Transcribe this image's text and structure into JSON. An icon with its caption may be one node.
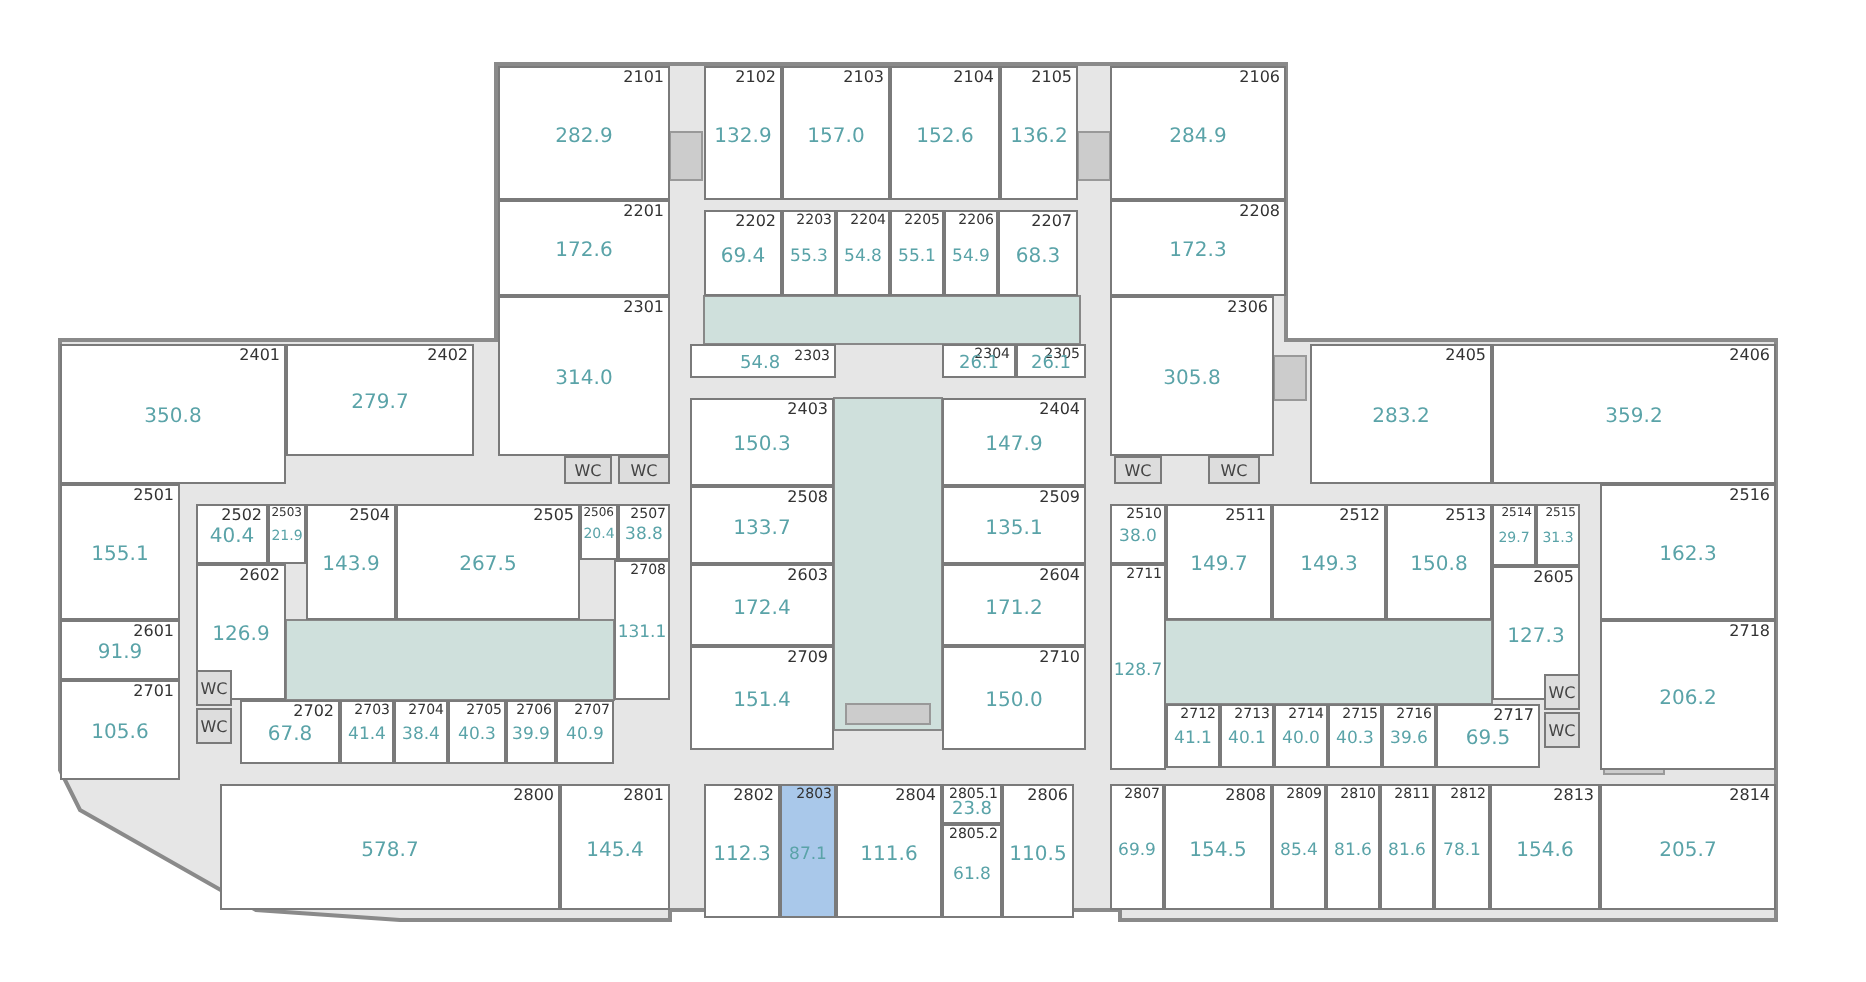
{
  "diagram": {
    "nodes": [
      {
        "text": [
          "2101",
          "282.9"
        ]
      },
      {
        "text": [
          "2102",
          "132.9"
        ]
      },
      {
        "text": [
          "2103",
          "157.0"
        ]
      },
      {
        "text": [
          "2104",
          "152.6"
        ]
      },
      {
        "text": [
          "2105",
          "136.2"
        ]
      },
      {
        "text": [
          "2106",
          "284.9"
        ]
      },
      {
        "text": [
          "2201",
          "172.6"
        ]
      },
      {
        "text": [
          "2202",
          "69.4"
        ]
      },
      {
        "text": [
          "2203",
          "55.3"
        ]
      },
      {
        "text": [
          "2204",
          "54.8"
        ]
      },
      {
        "text": [
          "2205",
          "55.1"
        ]
      },
      {
        "text": [
          "2206",
          "54.9"
        ]
      },
      {
        "text": [
          "2207",
          "68.3"
        ]
      },
      {
        "text": [
          "2208",
          "172.3"
        ]
      },
      {
        "text": [
          "2301",
          "314.0"
        ]
      },
      {
        "text": [
          "2303",
          "54.8"
        ]
      },
      {
        "text": [
          "2304",
          "26.1"
        ]
      },
      {
        "text": [
          "2305",
          "26.1"
        ]
      },
      {
        "text": [
          "2306",
          "305.8"
        ]
      },
      {
        "text": [
          "2401",
          "350.8"
        ]
      },
      {
        "text": [
          "2402",
          "279.7"
        ]
      },
      {
        "text": [
          "WC"
        ]
      },
      {
        "text": [
          "WC"
        ]
      },
      {
        "text": [
          "2403",
          "150.3"
        ]
      },
      {
        "text": [
          "2404",
          "147.9"
        ]
      },
      {
        "text": [
          "WC"
        ]
      },
      {
        "text": [
          "WC"
        ]
      },
      {
        "text": [
          "2405",
          "283.2"
        ]
      },
      {
        "text": [
          "2406",
          "359.2"
        ]
      },
      {
        "text": [
          "2501",
          "155.1"
        ]
      },
      {
        "text": [
          "2502",
          "40.4"
        ]
      },
      {
        "text": [
          "2503",
          "21.9"
        ]
      },
      {
        "text": [
          "2504",
          "143.9"
        ]
      },
      {
        "text": [
          "2505",
          "267.5"
        ]
      },
      {
        "text": [
          "2506",
          "20.4"
        ]
      },
      {
        "text": [
          "2507",
          "38.8"
        ]
      },
      {
        "text": [
          "2508",
          "133.7"
        ]
      },
      {
        "text": [
          "2509",
          "135.1"
        ]
      },
      {
        "text": [
          "2510",
          "38.0"
        ]
      },
      {
        "text": [
          "2511",
          "149.7"
        ]
      },
      {
        "text": [
          "2512",
          "149.3"
        ]
      },
      {
        "text": [
          "2513",
          "150.8"
        ]
      },
      {
        "text": [
          "2514",
          "29.7"
        ]
      },
      {
        "text": [
          "2515",
          "31.3"
        ]
      },
      {
        "text": [
          "2516",
          "162.3"
        ]
      },
      {
        "text": [
          "2601",
          "91.9"
        ]
      },
      {
        "text": [
          "2602",
          "126.9"
        ]
      },
      {
        "text": [
          "2708",
          "131.1"
        ]
      },
      {
        "text": [
          "2603",
          "172.4"
        ]
      },
      {
        "text": [
          "2604",
          "171.2"
        ]
      },
      {
        "text": [
          "2711",
          "128.7"
        ]
      },
      {
        "text": [
          "2605",
          "127.3"
        ]
      },
      {
        "text": [
          "2701",
          "105.6"
        ]
      },
      {
        "text": [
          "WC"
        ]
      },
      {
        "text": [
          "WC"
        ]
      },
      {
        "text": [
          "2702",
          "67.8"
        ]
      },
      {
        "text": [
          "2703",
          "41.4"
        ]
      },
      {
        "text": [
          "2704",
          "38.4"
        ]
      },
      {
        "text": [
          "2705",
          "40.3"
        ]
      },
      {
        "text": [
          "2706",
          "39.9"
        ]
      },
      {
        "text": [
          "2707",
          "40.9"
        ]
      },
      {
        "text": [
          "2709",
          "151.4"
        ]
      },
      {
        "text": [
          "2710",
          "150.0"
        ]
      },
      {
        "text": [
          "2712",
          "41.1"
        ]
      },
      {
        "text": [
          "2713",
          "40.1"
        ]
      },
      {
        "text": [
          "2714",
          "40.0"
        ]
      },
      {
        "text": [
          "2715",
          "40.3"
        ]
      },
      {
        "text": [
          "2716",
          "39.6"
        ]
      },
      {
        "text": [
          "2717",
          "69.5"
        ]
      },
      {
        "text": [
          "WC"
        ]
      },
      {
        "text": [
          "WC"
        ]
      },
      {
        "text": [
          "2718",
          "206.2"
        ]
      },
      {
        "text": [
          "2800",
          "578.7"
        ]
      },
      {
        "text": [
          "2801",
          "145.4"
        ]
      },
      {
        "text": [
          "2802",
          "112.3"
        ]
      },
      {
        "text": [
          "2803",
          "87.1"
        ]
      },
      {
        "text": [
          "2804",
          "111.6"
        ]
      },
      {
        "text": [
          "2805.1",
          "23.8"
        ]
      },
      {
        "text": [
          "2805.2",
          "61.8"
        ]
      },
      {
        "text": [
          "2806",
          "110.5"
        ]
      },
      {
        "text": [
          "2807",
          "69.9"
        ]
      },
      {
        "text": [
          "2808",
          "154.5"
        ]
      },
      {
        "text": [
          "2809",
          "85.4"
        ]
      },
      {
        "text": [
          "2810",
          "81.6"
        ]
      },
      {
        "text": [
          "2811",
          "81.6"
        ]
      },
      {
        "text": [
          "2812",
          "78.1"
        ]
      },
      {
        "text": [
          "2813",
          "154.6"
        ]
      },
      {
        "text": [
          "2814",
          "205.7"
        ]
      }
    ]
  }
}
